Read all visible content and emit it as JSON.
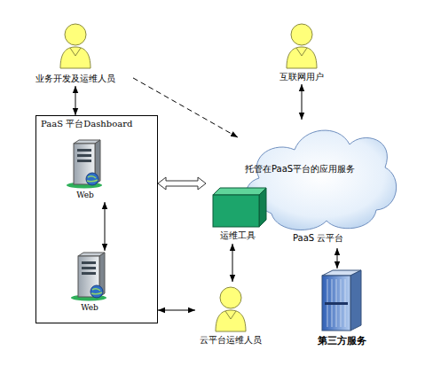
{
  "diagram": {
    "nodes": [
      {
        "text": [
          "业务开发及运维人员"
        ]
      },
      {
        "text": [
          "互联网用户"
        ]
      },
      {
        "text": [
          "PaaS 平台Dashboard"
        ]
      },
      {
        "text": [
          "Web"
        ],
        "in": 2
      },
      {
        "text": [
          "Web"
        ],
        "in": 2
      },
      {
        "text": [
          "托管在PaaS平台的应用服务",
          "PaaS 云平台"
        ]
      },
      {
        "text": [
          "运维工具"
        ]
      },
      {
        "text": [
          "云平台运维人员"
        ]
      },
      {
        "text": [
          "第三方服务"
        ]
      }
    ],
    "edges": [
      {
        "from": 0,
        "to": 2,
        "arrow": "both"
      },
      {
        "from": 0,
        "to": 5,
        "arrow": "to"
      },
      {
        "from": 1,
        "to": 5,
        "arrow": "both"
      },
      {
        "from": 3,
        "to": 4,
        "arrow": "both"
      },
      {
        "from": 2,
        "to": 6,
        "arrow": "both"
      },
      {
        "from": 6,
        "to": 7,
        "arrow": "both"
      },
      {
        "from": 2,
        "to": 7,
        "arrow": "both"
      },
      {
        "from": 5,
        "to": 8,
        "arrow": "both"
      }
    ]
  }
}
